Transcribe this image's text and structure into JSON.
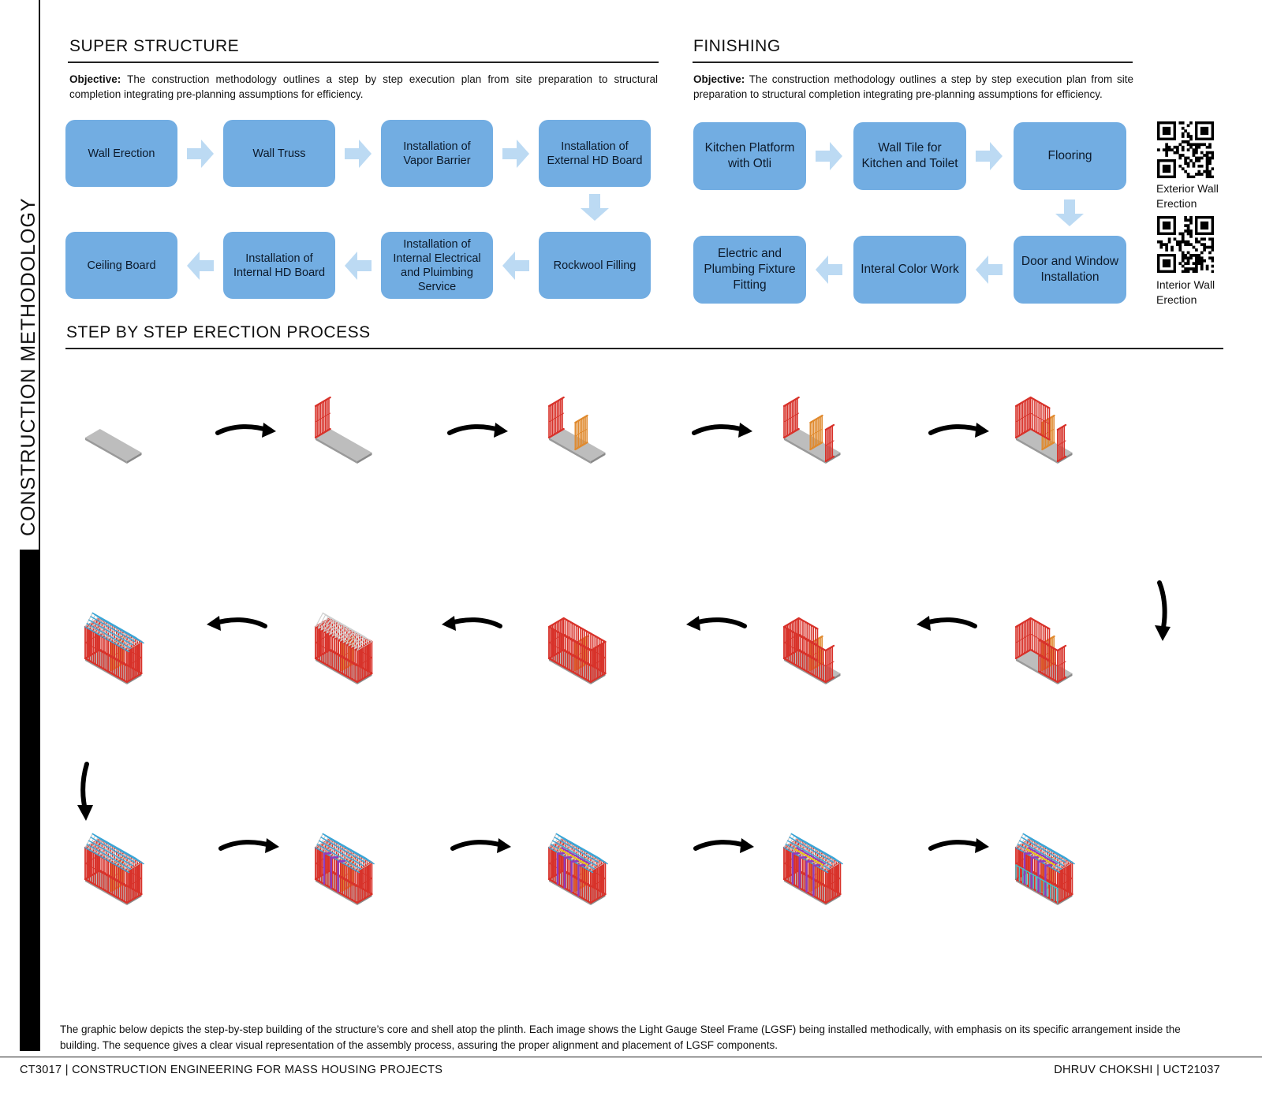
{
  "side_title": "CONSTRUCTION METHODOLOGY",
  "super_structure": {
    "heading": "SUPER STRUCTURE",
    "objective_label": "Objective:",
    "objective_text": "The construction methodology outlines a step by step execution plan from site preparation to structural completion integrating pre-planning assumptions for efficiency.",
    "steps": [
      "Wall Erection",
      "Wall Truss",
      "Installation of Vapor Barrier",
      "Installation of External HD Board",
      "Rockwool Filling",
      "Installation of Internal Electrical and Pluimbing Service",
      "Installation of Internal HD Board",
      "Ceiling Board"
    ]
  },
  "finishing": {
    "heading": "FINISHING",
    "objective_label": "Objective:",
    "objective_text": "The construction methodology outlines a step by step execution plan from site preparation to structural completion integrating pre-planning assumptions for efficiency.",
    "steps": [
      "Kitchen Platform with Otli",
      "Wall Tile for Kitchen and Toilet",
      "Flooring",
      "Door and Window Installation",
      "Interal Color Work",
      "Electric and Plumbing Fixture Fitting"
    ]
  },
  "qr_codes": [
    {
      "label": "Exterior Wall Erection",
      "icon": "qr-code-icon"
    },
    {
      "label": "Interior Wall Erection",
      "icon": "qr-code-icon"
    }
  ],
  "erection": {
    "heading": "STEP BY STEP ERECTION PROCESS",
    "stage_count_shown": 15,
    "caption": "The graphic below depicts the step-by-step building of the structure’s core and shell atop the plinth. Each image shows the Light Gauge Steel Frame (LGSF) being installed methodically, with emphasis on its specific arrangement inside the building. The sequence gives a clear visual representation of the assembly process, assuring the proper alignment and placement of LGSF components."
  },
  "colors": {
    "flow_box": "#72ade2",
    "flow_arrow": "#bcdaf3",
    "plinth": "#bdbdbd",
    "steel_frame": "#d8322a",
    "interior_frame": "#e08a2e",
    "roof_truss": "#3aa7d8",
    "service_lines": "#8e3cc0"
  },
  "footer": {
    "left": "CT3017 | CONSTRUCTION ENGINEERING FOR MASS HOUSING PROJECTS",
    "right": "DHRUV CHOKSHI | UCT21037"
  }
}
